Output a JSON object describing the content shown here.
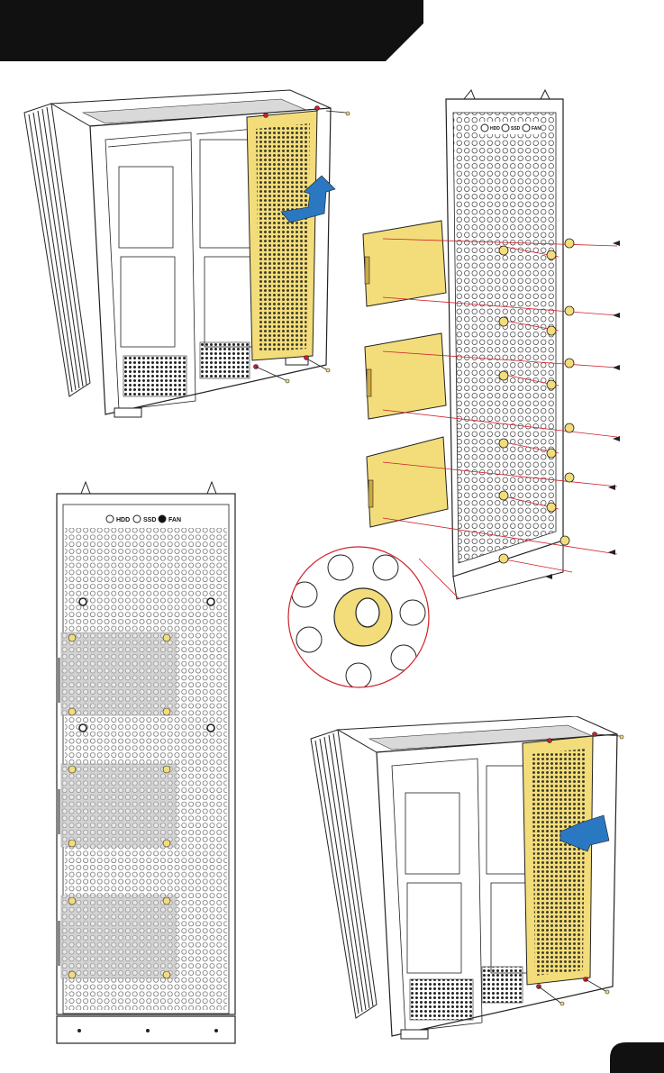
{
  "panel_labels": {
    "hdd": "HDD",
    "ssd": "SSD",
    "fan": "FAN"
  },
  "page_number": "",
  "colors": {
    "highlight": "#f3dd7a",
    "callout_line": "#d0202a",
    "ink": "#1a1a1a",
    "header": "#111111"
  }
}
